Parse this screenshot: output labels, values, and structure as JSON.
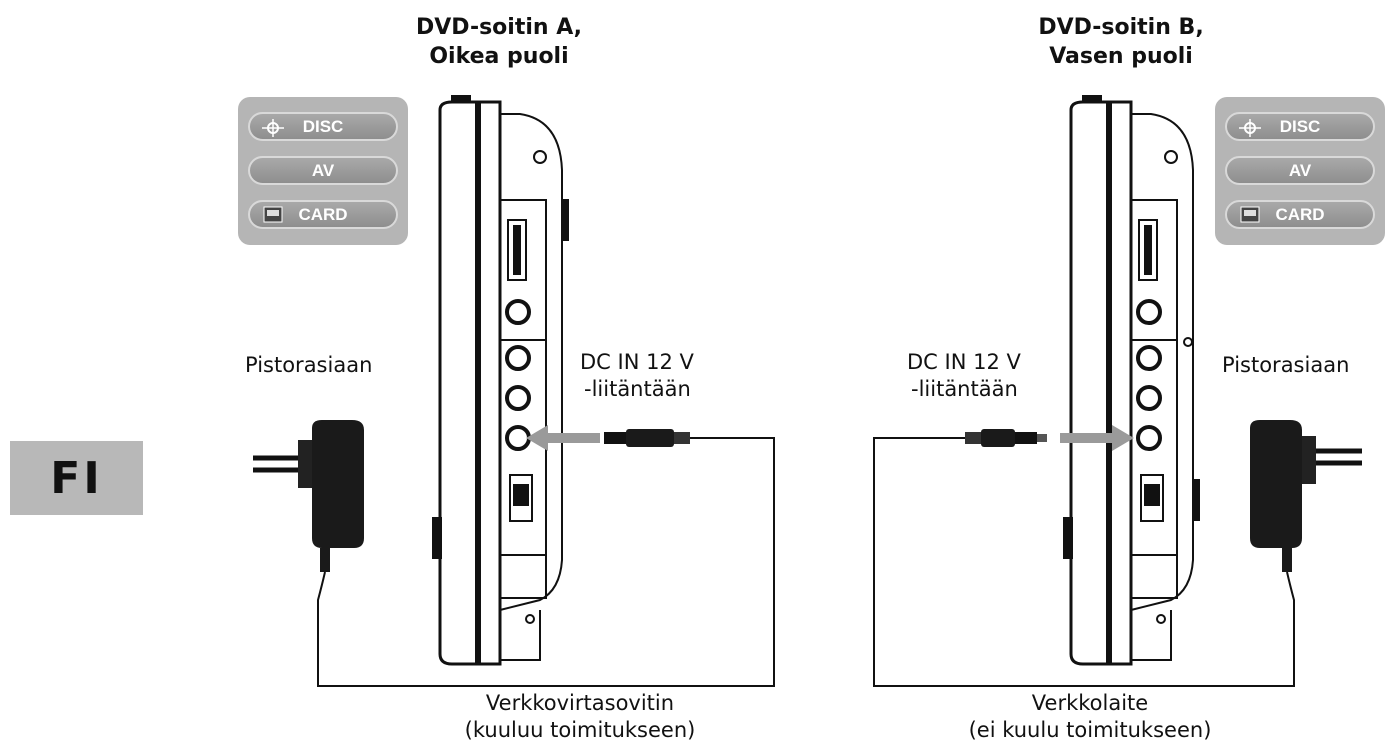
{
  "language_tab": "FI",
  "player_a": {
    "title_line1": "DVD-soitin A,",
    "title_line2": "Oikea puoli",
    "modes": [
      "DISC",
      "AV",
      "CARD"
    ],
    "outlet_label": "Pistorasiaan",
    "dc_in_line1": "DC IN 12 V",
    "dc_in_line2": "-liitäntään",
    "adapter_line1": "Verkkovirtasovitin",
    "adapter_line2": "(kuuluu toimitukseen)"
  },
  "player_b": {
    "title_line1": "DVD-soitin B,",
    "title_line2": "Vasen puoli",
    "modes": [
      "DISC",
      "AV",
      "CARD"
    ],
    "outlet_label": "Pistorasiaan",
    "dc_in_line1": "DC IN 12 V",
    "dc_in_line2": "-liitäntään",
    "adapter_line1": "Verkkolaite",
    "adapter_line2": "(ei kuulu toimitukseen)"
  },
  "colors": {
    "tab_gray": "#b8b8b8",
    "panel_gray": "#b5b5b5",
    "arrow_gray": "#9a9a9a",
    "line": "#111111"
  }
}
